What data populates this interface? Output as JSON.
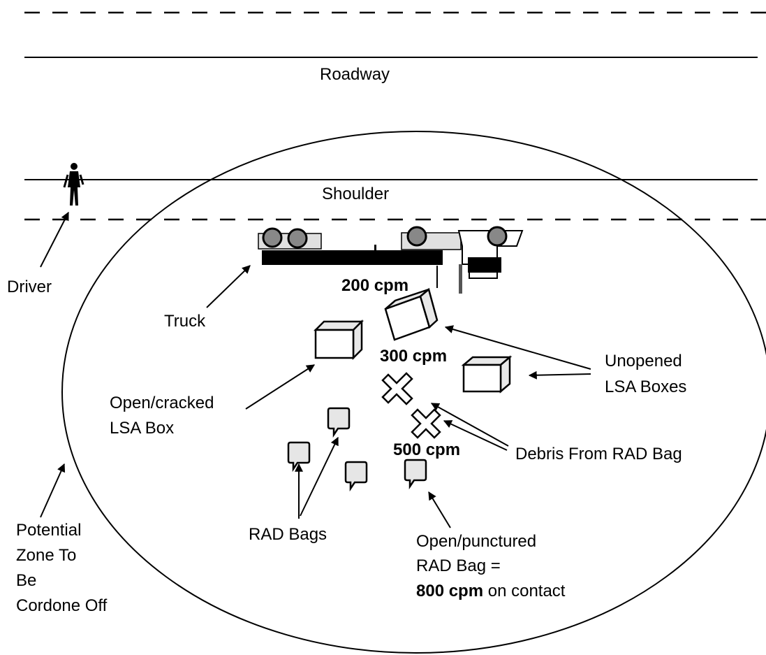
{
  "labels": {
    "roadway": "Roadway",
    "shoulder": "Shoulder",
    "driver": "Driver",
    "truck": "Truck",
    "cpm_200": "200 cpm",
    "cpm_300": "300 cpm",
    "cpm_500": "500 cpm",
    "unopened_line1": "Unopened",
    "unopened_line2": "LSA Boxes",
    "open_box_line1": "Open/cracked",
    "open_box_line2": "LSA Box",
    "debris": "Debris From RAD Bag",
    "rad_bags": "RAD Bags",
    "punctured_line1": "Open/punctured",
    "punctured_line2": "RAD Bag =",
    "punctured_line3_bold": "800 cpm",
    "punctured_line3_rest": " on contact",
    "zone_line1": "Potential",
    "zone_line2": "Zone To",
    "zone_line3": "Be",
    "zone_line4": "Cordone Off"
  },
  "icons": [
    "person-icon",
    "truck-icon",
    "box-icon",
    "bag-icon",
    "debris-x-icon",
    "arrow-icon"
  ],
  "colors": {
    "ink": "#000000",
    "fill_gray": "#e6e6e6",
    "background": "#ffffff"
  }
}
